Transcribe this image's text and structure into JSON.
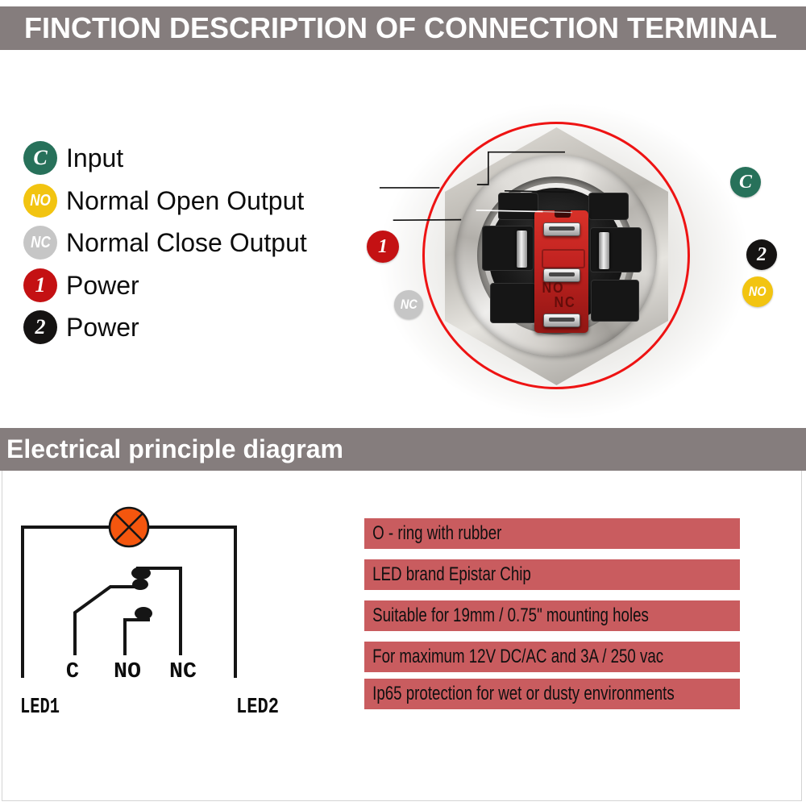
{
  "header": {
    "title": "FINCTION DESCRIPTION OF CONNECTION TERMINAL"
  },
  "legend": {
    "items": [
      {
        "key": "C",
        "label": "Input",
        "color": "#27715a"
      },
      {
        "key": "NO",
        "label": "Normal Open Output",
        "color": "#f2c411"
      },
      {
        "key": "NC",
        "label": "Normal Close Output",
        "color": "#c6c6c6"
      },
      {
        "key": "1",
        "label": "Power",
        "color": "#c41113"
      },
      {
        "key": "2",
        "label": "Power",
        "color": "#151312"
      }
    ]
  },
  "photo": {
    "badges": {
      "c": {
        "key": "C",
        "color": "#27715a"
      },
      "no": {
        "key": "NO",
        "color": "#f2c411"
      },
      "nc": {
        "key": "NC",
        "color": "#c6c6c6"
      },
      "p1": {
        "key": "1",
        "color": "#c41113"
      },
      "p2": {
        "key": "2",
        "color": "#151312"
      }
    },
    "embossed": {
      "no": "NO",
      "nc": "NC"
    }
  },
  "section2": {
    "title": "Electrical principle diagram"
  },
  "diagram": {
    "labels": {
      "c": "C",
      "no": "NO",
      "nc": "NC",
      "led1": "LED1",
      "led2": "LED2"
    }
  },
  "features": [
    "O - ring with rubber",
    "LED brand Epistar Chip",
    "Suitable for 19mm / 0.75\" mounting holes",
    "For maximum 12V DC/AC and 3A / 250 vac",
    "Ip65 protection for wet or dusty environments"
  ],
  "colors": {
    "banner_bg": "#857d7d",
    "banner_text": "#ffffff",
    "feature_bg": "#c95c5f",
    "annotation_circle": "#ee1313",
    "red_strip": "#c02220",
    "lamp": "#f4560e"
  }
}
